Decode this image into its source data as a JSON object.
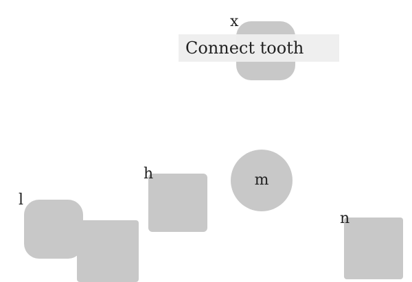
{
  "instruction": "Connect tooth",
  "colors": {
    "background": "#ffffff",
    "tile": "#c8c8c8",
    "instruction_bg": "#eeeeee",
    "text": "#222222"
  },
  "tiles": [
    {
      "label": "x",
      "shape": "rounded-square"
    },
    {
      "label": "h",
      "shape": "square"
    },
    {
      "label": "m",
      "shape": "circle"
    },
    {
      "label": "l",
      "shape": "rounded-square"
    },
    {
      "label": "",
      "shape": "square"
    },
    {
      "label": "n",
      "shape": "square"
    }
  ]
}
